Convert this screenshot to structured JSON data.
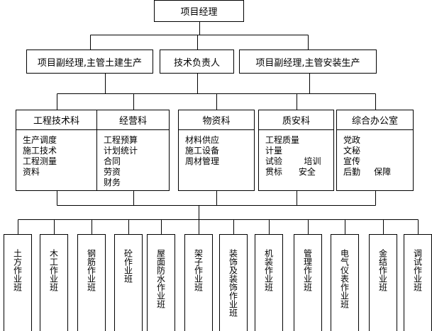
{
  "top": {
    "label": "项目经理"
  },
  "managers": [
    {
      "label": "项目副经理,主管土建生产"
    },
    {
      "label": "技术负责人"
    },
    {
      "label": "项目副经理,主管安装生产"
    }
  ],
  "departments": [
    {
      "name": "工程技术科",
      "items": [
        "生产调度",
        "施工技术",
        "工程测量",
        "资料"
      ]
    },
    {
      "name": "经营科",
      "items": [
        "工程预算",
        "计划统计",
        "合同",
        "劳资",
        "财务"
      ]
    },
    {
      "name": "物资科",
      "items": [
        "材料供应",
        "施工设备",
        "周材管理"
      ]
    },
    {
      "name": "质安科",
      "items": [
        "工程质量",
        "计量",
        "试验        培训",
        "贯标      安全"
      ]
    },
    {
      "name": "综合办公室",
      "items": [
        "党政",
        "文秘",
        "宣传",
        "后勤     保障"
      ]
    }
  ],
  "teams": [
    {
      "label": "土方作业班"
    },
    {
      "label": "木工作业班"
    },
    {
      "label": "钢筋作业班"
    },
    {
      "label": "砼作业班"
    },
    {
      "label": "屋面防水作业班"
    },
    {
      "label": "架子作业班"
    },
    {
      "label": "装饰及装饰作业班"
    },
    {
      "label": "机装作业班"
    },
    {
      "label": "管理作业班"
    },
    {
      "label": "电气仪表作业班"
    },
    {
      "label": "金结作业班"
    },
    {
      "label": "调试作业班"
    }
  ]
}
